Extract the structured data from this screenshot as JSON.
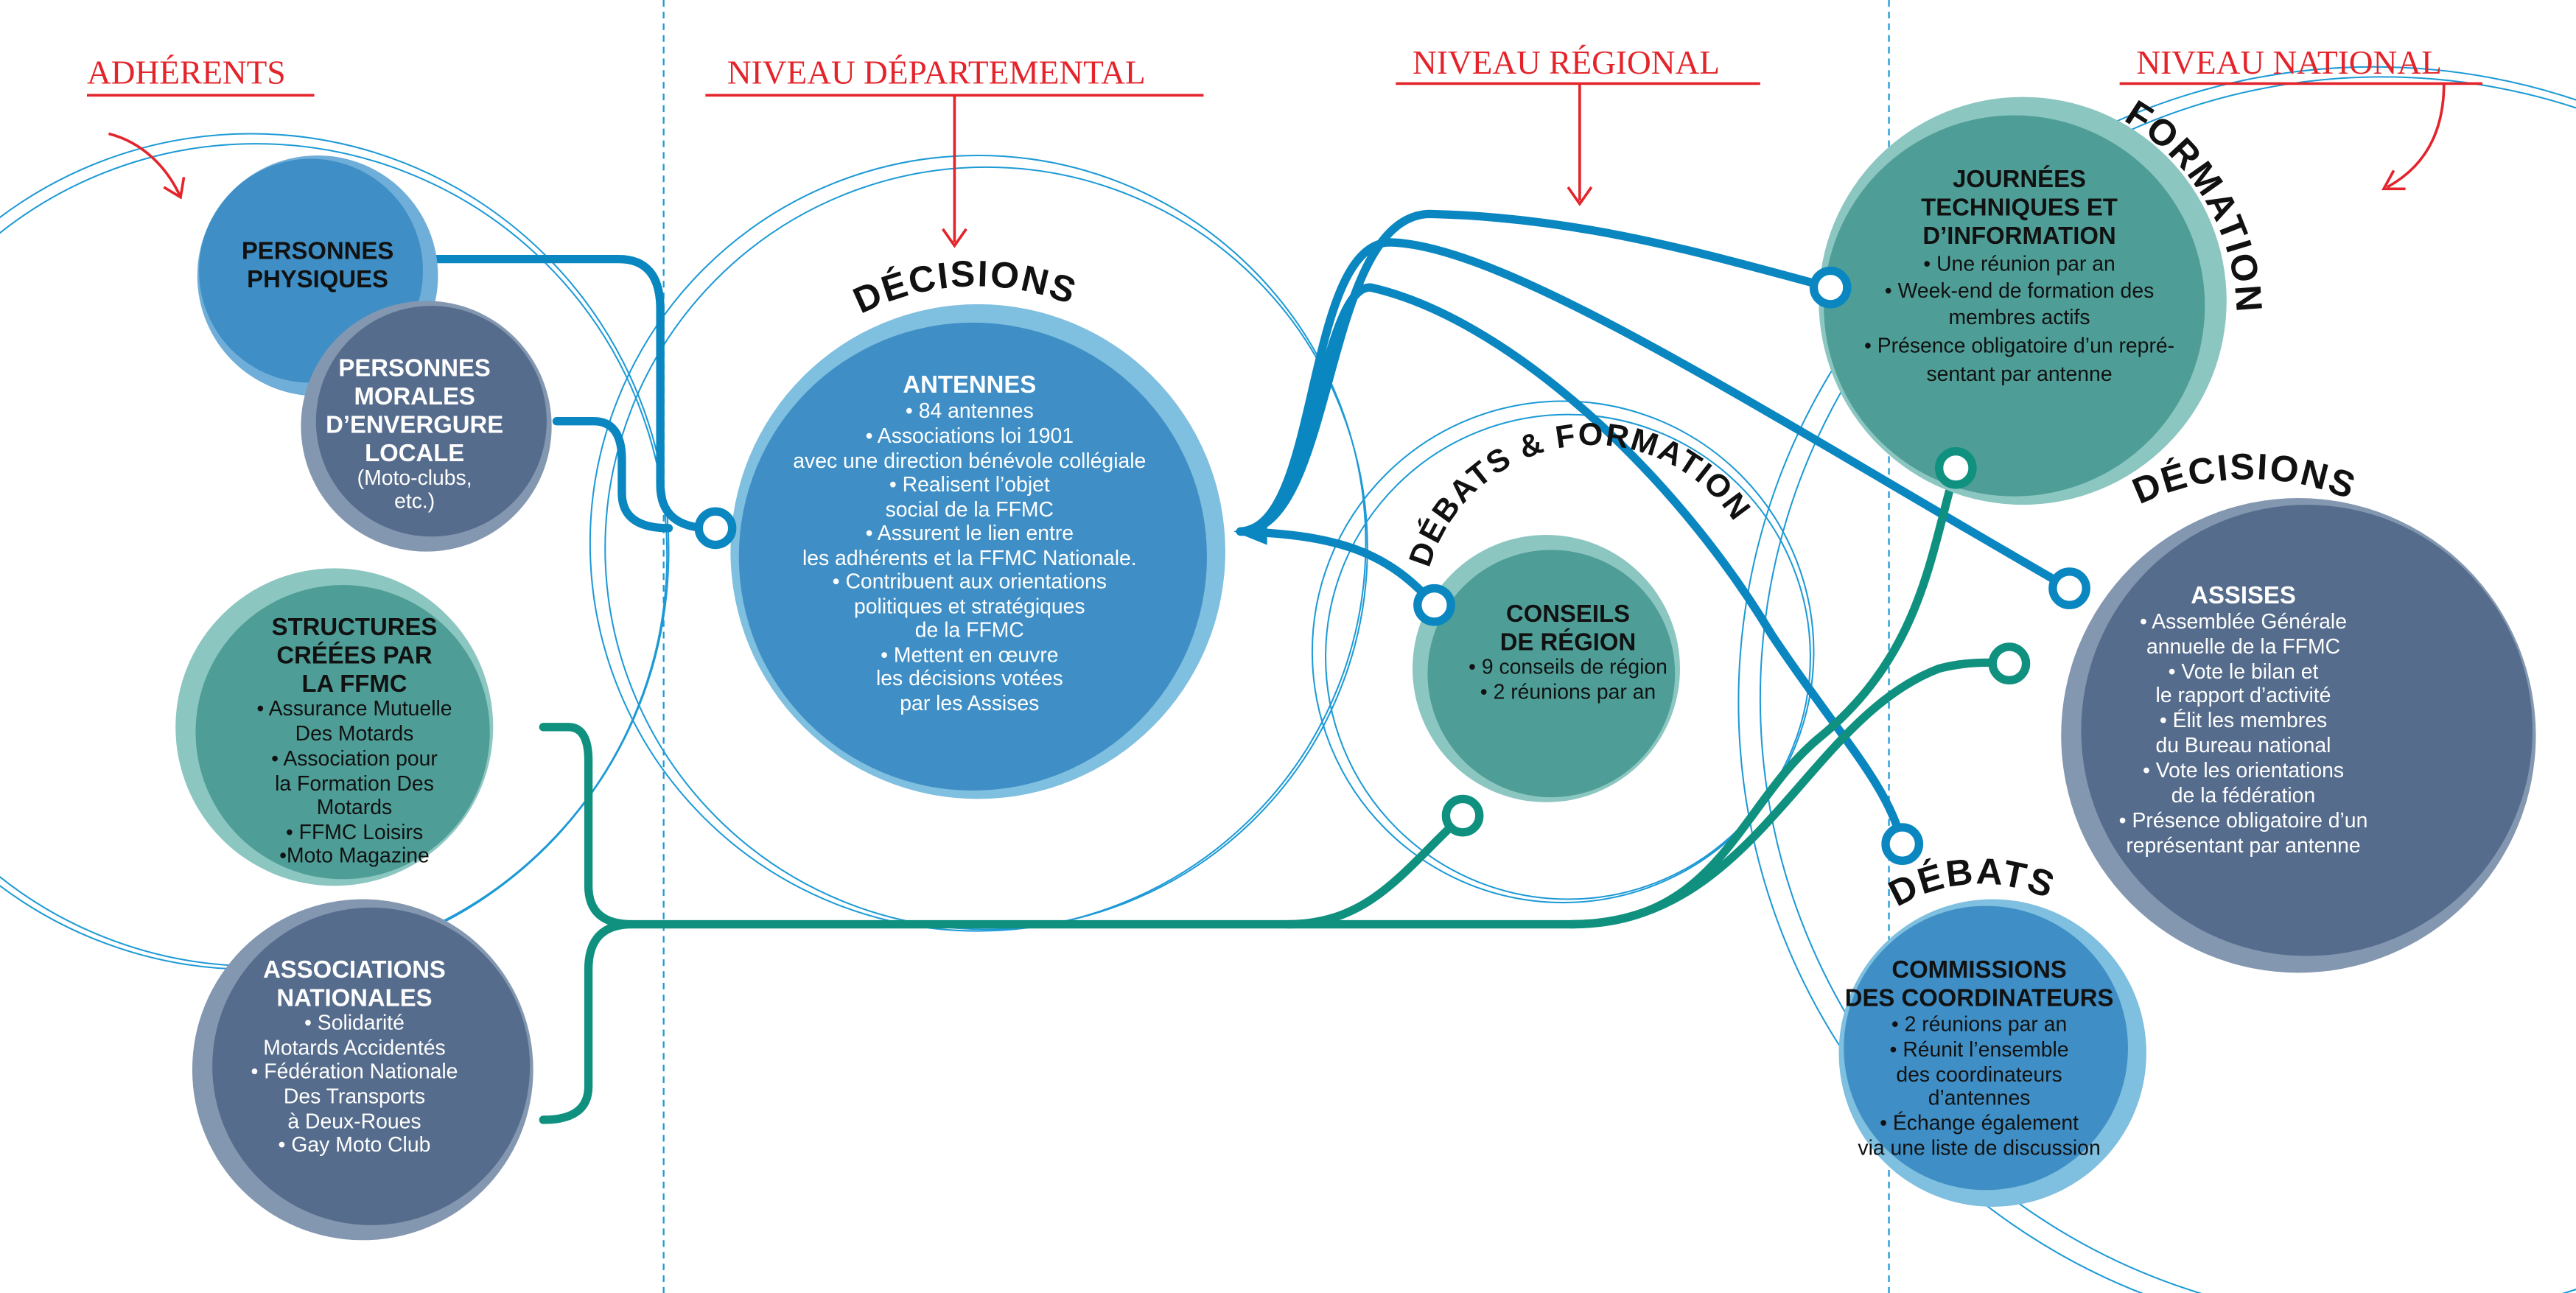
{
  "headers": {
    "adherents": "ADHÉRENTS",
    "departemental": "NIVEAU DÉPARTEMENTAL",
    "regional": "NIVEAU RÉGIONAL",
    "national": "NIVEAU NATIONAL"
  },
  "arc_labels": {
    "decisions_dept": "DÉCISIONS",
    "debats_formation": "DÉBATS & FORMATION",
    "formation": "FORMATION",
    "decisions_nat": "DÉCISIONS",
    "debats": "DÉBATS"
  },
  "personnes_physiques": {
    "title": [
      "PERSONNES",
      "PHYSIQUES"
    ]
  },
  "personnes_morales": {
    "title": [
      "PERSONNES",
      "MORALES",
      "D’ENVERGURE",
      "LOCALE"
    ],
    "body": [
      "(Moto-clubs,",
      "etc.)"
    ]
  },
  "structures": {
    "title": [
      "STRUCTURES",
      "CRÉÉES PAR",
      "LA FFMC"
    ],
    "body": [
      "• Assurance Mutuelle",
      "Des Motards",
      "• Association pour",
      "la Formation Des",
      "Motards",
      "• FFMC Loisirs",
      "•Moto Magazine"
    ]
  },
  "associations": {
    "title": [
      "ASSOCIATIONS",
      "NATIONALES"
    ],
    "body": [
      "• Solidarité",
      "Motards Accidentés",
      "• Fédération Nationale",
      "Des Transports",
      "à Deux-Roues",
      "• Gay Moto Club"
    ]
  },
  "antennes": {
    "title": [
      "ANTENNES"
    ],
    "body": [
      "• 84 antennes",
      "• Associations loi 1901",
      "avec une direction bénévole collégiale",
      "• Realisent l’objet",
      "social de la FFMC",
      "• Assurent le lien entre",
      "les adhérents et la FFMC Nationale.",
      "• Contribuent aux orientations",
      "politiques et stratégiques",
      "de la FFMC",
      "• Mettent en œuvre",
      "les décisions votées",
      "par les Assises"
    ]
  },
  "conseils": {
    "title": [
      "CONSEILS",
      "DE RÉGION"
    ],
    "body": [
      "• 9 conseils de région",
      "• 2 réunions par an"
    ]
  },
  "journees": {
    "title": [
      "JOURNÉES",
      "TECHNIQUES ET",
      "D’INFORMATION"
    ],
    "body": [
      "• Une réunion par an",
      "• Week-end de formation des",
      "membres actifs",
      "• Présence obligatoire d’un repré-",
      "sentant par antenne"
    ]
  },
  "assises": {
    "title": [
      "ASSISES"
    ],
    "body": [
      "• Assemblée Générale",
      "annuelle de la FFMC",
      "• Vote le bilan et",
      "le rapport d’activité",
      "• Élit les membres",
      "du Bureau national",
      "• Vote les orientations",
      "de la fédération",
      "• Présence obligatoire d’un",
      "représentant par antenne"
    ]
  },
  "commissions": {
    "title": [
      "COMMISSIONS",
      "DES COORDINATEURS"
    ],
    "body": [
      "• 2 réunions par an",
      "• Réunit l’ensemble",
      "des coordinateurs",
      "d’antennes",
      "• Échange également",
      "via une liste de discussion"
    ]
  },
  "colors": {
    "red": "#e3242b",
    "blue": "#3f8fc6",
    "teal": "#4e9e97",
    "slate": "#566c8c"
  }
}
